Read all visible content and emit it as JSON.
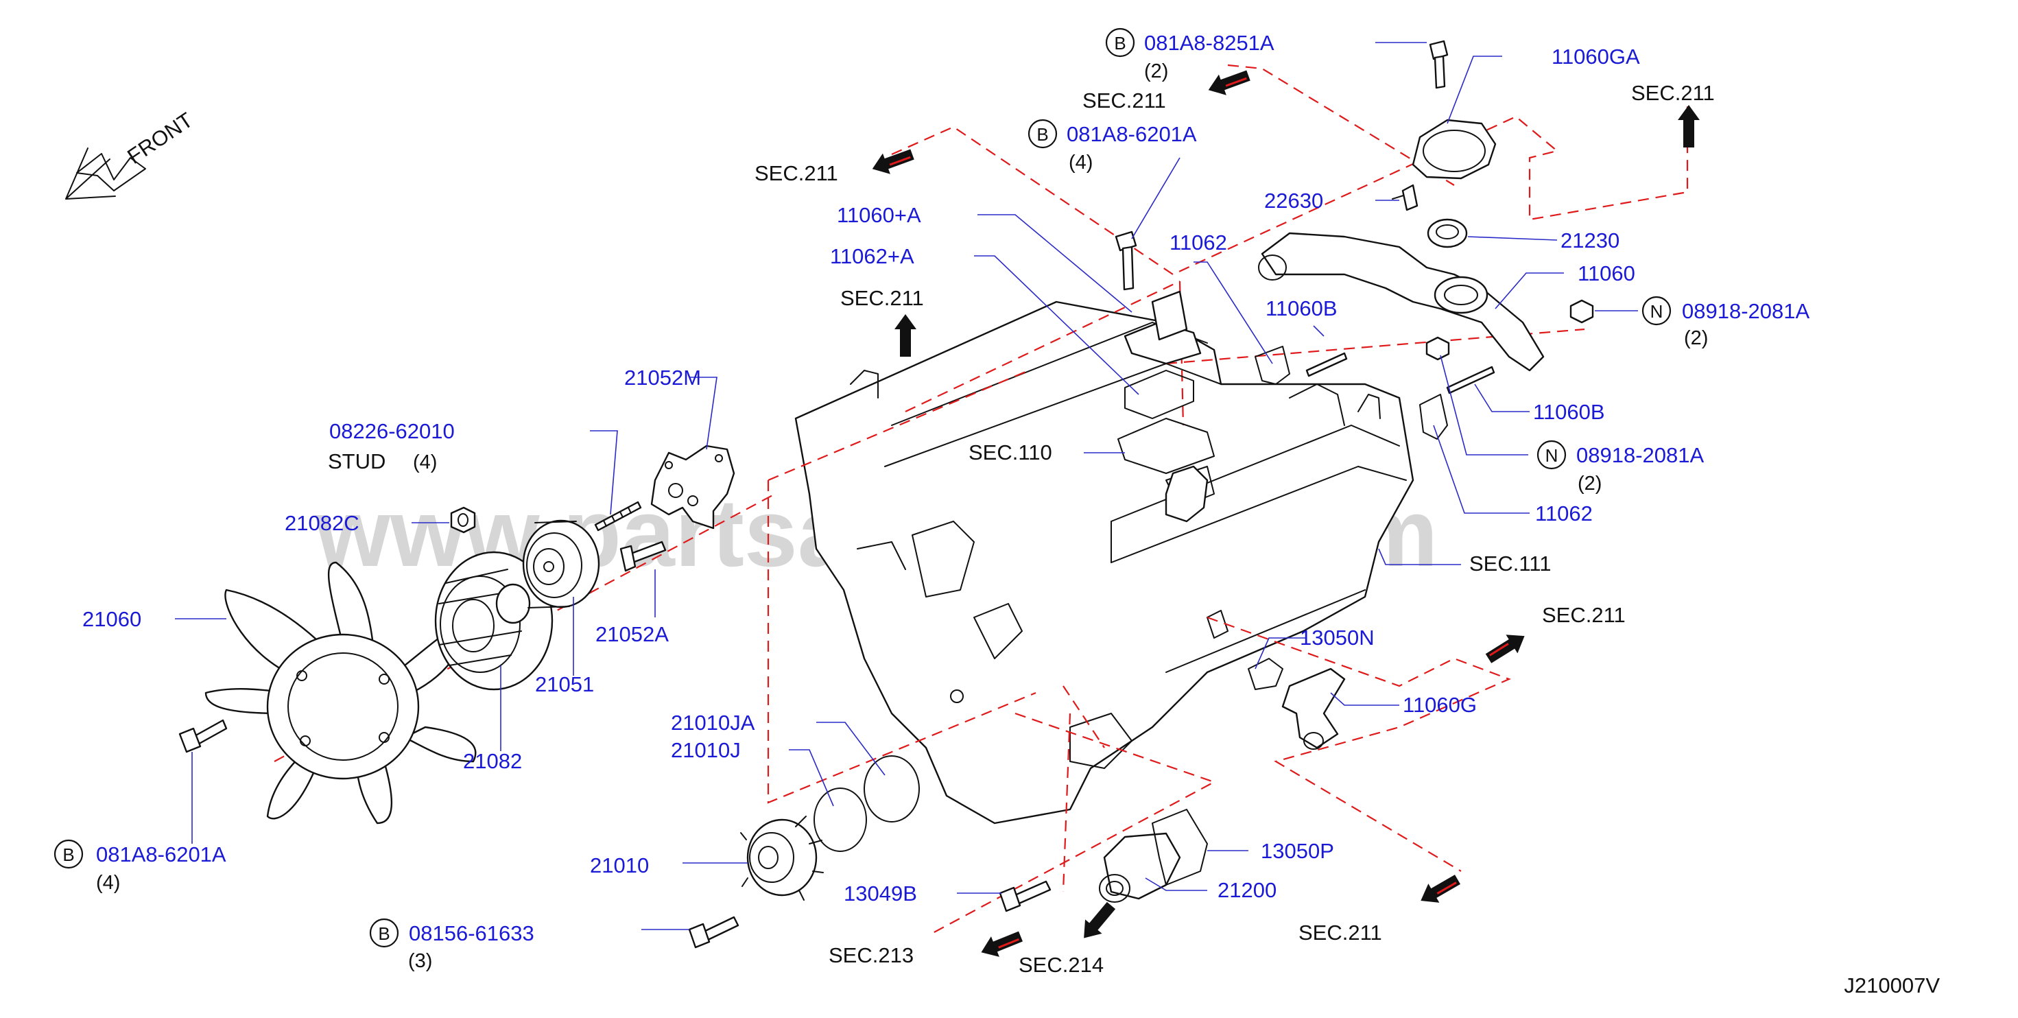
{
  "diagram_code": "J210007V",
  "front_label": "FRONT",
  "watermark": "www.partsassistant.com",
  "colors": {
    "part_number": "#1a1ad6",
    "reference_arrow": "#e01a1a",
    "leader_line": "#2a2ac8"
  },
  "section_refs": [
    "SEC.211",
    "SEC.211",
    "SEC.211",
    "SEC.211",
    "SEC.211",
    "SEC.211",
    "SEC.110",
    "SEC.111",
    "SEC.213",
    "SEC.214"
  ],
  "parts": [
    {
      "number": "081A8-8251A",
      "prefix": "B",
      "qty": "(2)"
    },
    {
      "number": "11060GA"
    },
    {
      "number": "081A8-6201A",
      "prefix": "B",
      "qty": "(4)"
    },
    {
      "number": "11060+A"
    },
    {
      "number": "11062+A"
    },
    {
      "number": "11062"
    },
    {
      "number": "22630"
    },
    {
      "number": "21230"
    },
    {
      "number": "11060"
    },
    {
      "number": "08918-2081A",
      "prefix": "N",
      "qty": "(2)"
    },
    {
      "number": "11060B"
    },
    {
      "number": "11060B"
    },
    {
      "number": "08918-2081A",
      "prefix": "N",
      "qty": "(2)"
    },
    {
      "number": "11062"
    },
    {
      "number": "21052M"
    },
    {
      "number": "08226-62010",
      "note": "STUD",
      "qty": "(4)"
    },
    {
      "number": "21082C"
    },
    {
      "number": "21060"
    },
    {
      "number": "21051"
    },
    {
      "number": "21052A"
    },
    {
      "number": "21082"
    },
    {
      "number": "081A8-6201A",
      "prefix": "B",
      "qty": "(4)"
    },
    {
      "number": "21010JA"
    },
    {
      "number": "21010J"
    },
    {
      "number": "21010"
    },
    {
      "number": "08156-61633",
      "prefix": "B",
      "qty": "(3)"
    },
    {
      "number": "13049B"
    },
    {
      "number": "13050P"
    },
    {
      "number": "21200"
    },
    {
      "number": "13050N"
    },
    {
      "number": "11060G"
    }
  ]
}
